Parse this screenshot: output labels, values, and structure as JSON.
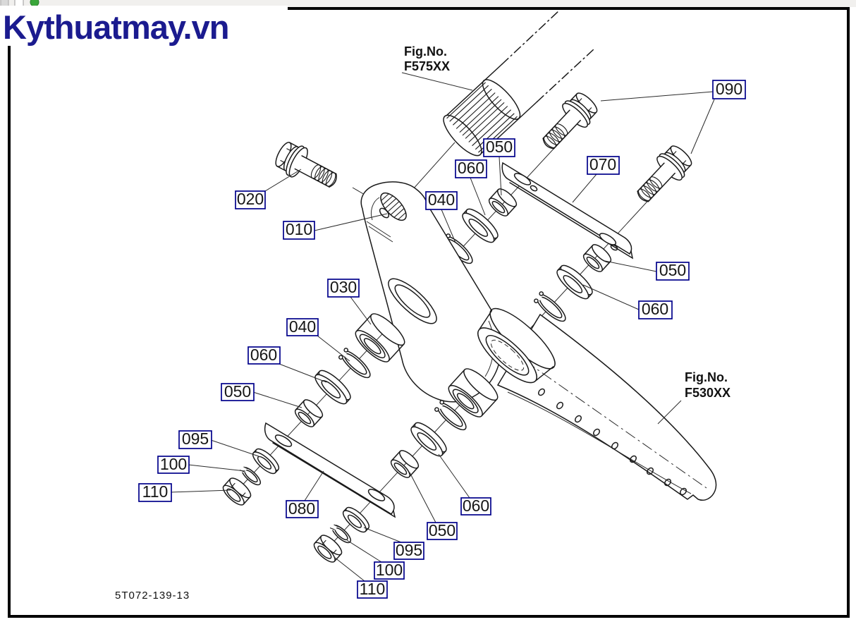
{
  "logo": {
    "text": "Kythuatmay.vn",
    "color": "#1b1b8f"
  },
  "chrome": {
    "icons": [
      "toolbar-fragment-icon",
      "toolbar-frame-icon",
      "toolbar-add-icon"
    ],
    "accent_green": "#3aa63a"
  },
  "colors": {
    "callout_border": "#00008b",
    "line": "#1a1a1a",
    "frame": "#000000"
  },
  "figure_refs": {
    "f575": {
      "prefix": "Fig.No.",
      "code": "F575XX"
    },
    "f530": {
      "prefix": "Fig.No.",
      "code": "F530XX"
    }
  },
  "drawing_number": "5T072-139-13",
  "callouts": {
    "c020": "020",
    "c010": "010",
    "c050a": "050",
    "c060a": "060",
    "c040a": "040",
    "c070": "070",
    "c090": "090",
    "c030": "030",
    "c050r": "050",
    "c060r": "060",
    "c040b": "040",
    "c060b": "060",
    "c050b": "050",
    "c095a": "095",
    "c100a": "100",
    "c110a": "110",
    "c080": "080",
    "c060c": "060",
    "c050c": "050",
    "c095b": "095",
    "c100b": "100",
    "c110b": "110"
  }
}
